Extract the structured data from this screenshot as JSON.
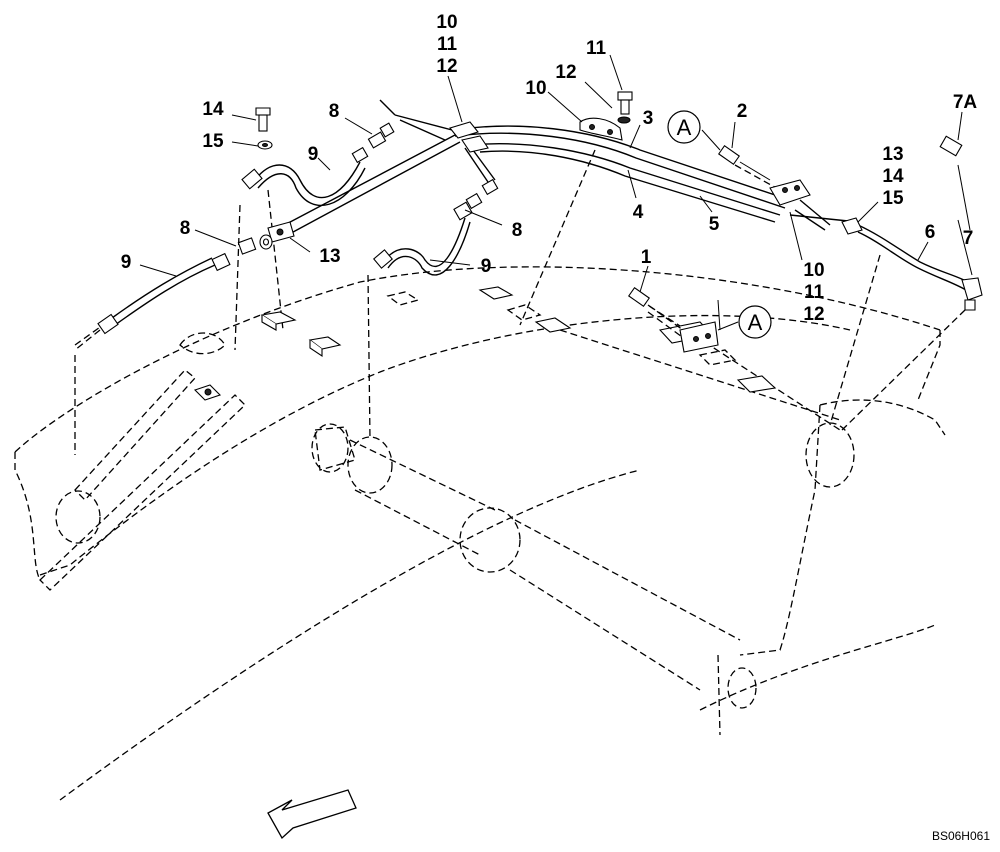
{
  "diagram": {
    "callouts": {
      "c1": "1",
      "c2": "2",
      "c3": "3",
      "c4": "4",
      "c5": "5",
      "c6": "6",
      "c7": "7",
      "c7a": "7A",
      "c8a": "8",
      "c8b": "8",
      "c8c": "8",
      "c9a": "9",
      "c9b": "9",
      "c9c": "9",
      "c10_top": "10",
      "c11_top": "11",
      "c12_top": "12",
      "c10_clamp": "10",
      "c11_bolt": "11",
      "c12_washer": "12",
      "c10_right": "10",
      "c11_right": "11",
      "c12_right": "12",
      "c13_left": "13",
      "c13_right": "13",
      "c14_right": "14",
      "c15_right": "15",
      "c14_left": "14",
      "c15_left": "15"
    },
    "detail_markers": [
      "A",
      "A"
    ],
    "figure_code": "BS06H061"
  }
}
